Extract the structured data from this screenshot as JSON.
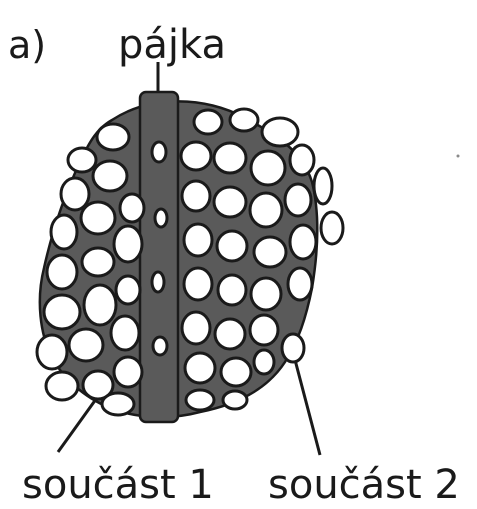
{
  "panel_label": "a)",
  "labels": {
    "solder": "pájka",
    "part1": "součást 1",
    "part2": "součást 2"
  },
  "colors": {
    "background": "#ffffff",
    "solder_fill": "#5a5a5a",
    "outline": "#1a1a1a",
    "grain_fill": "#ffffff"
  }
}
